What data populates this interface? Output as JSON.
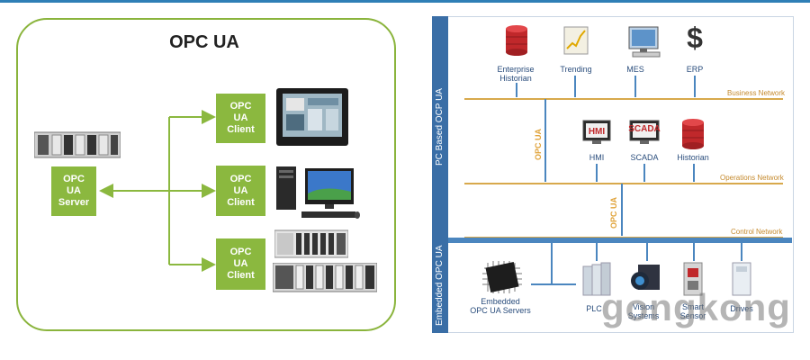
{
  "left": {
    "title": "OPC UA",
    "server_label": "OPC\nUA\nServer",
    "clients": [
      "OPC\nUA\nClient",
      "OPC\nUA\nClient",
      "OPC\nUA\nClient"
    ]
  },
  "right": {
    "sidebar_top": "PC Based OCP UA",
    "sidebar_bottom": "Embedded OPC UA",
    "business": {
      "network_label": "Business Network",
      "items": [
        "Enterprise\nHistorian",
        "Trending",
        "MES",
        "ERP"
      ]
    },
    "operations": {
      "network_label": "Operations Network",
      "opc_ua_tag": "OPC UA",
      "items": [
        "HMI",
        "SCADA",
        "Historian"
      ],
      "icon_texts": [
        "HMI",
        "SCADA"
      ]
    },
    "control": {
      "network_label": "Control Network",
      "opc_ua_tag": "OPC UA"
    },
    "embedded": {
      "server_label": "Embedded\nOPC UA Servers",
      "items": [
        "PLC",
        "Vision\nSystems",
        "Smart\nSensor",
        "Drives"
      ]
    },
    "currency_symbol": "$"
  },
  "watermark": "gongkong",
  "colors": {
    "green": "#8bb83f",
    "blue": "#3a6ea6",
    "orange": "#d8a94c"
  }
}
